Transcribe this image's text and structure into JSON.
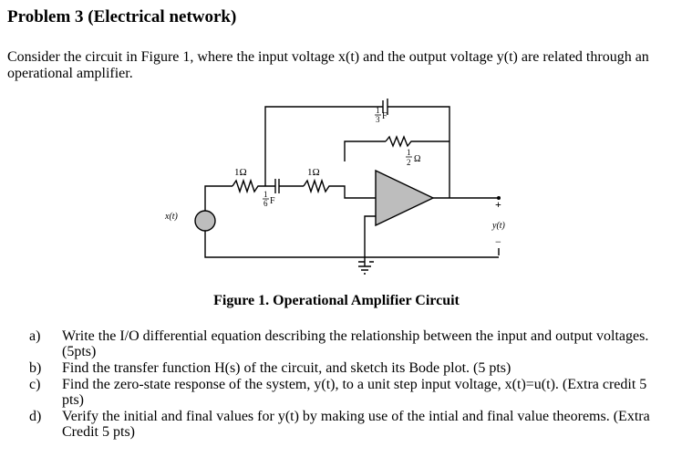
{
  "problem": {
    "title": "Problem 3 (Electrical network)",
    "intro": "Consider the circuit in Figure 1, where the input voltage x(t) and the output voltage y(t) are related through an operational amplifier."
  },
  "figure": {
    "caption": "Figure 1. Operational Amplifier Circuit",
    "labels": {
      "input": "x(t)",
      "output": "y(t)",
      "r1": "1Ω",
      "r2": "1Ω",
      "r3_num": "1",
      "r3_den": "2",
      "r3_unit": "Ω",
      "c1_num": "1",
      "c1_den": "6",
      "c1_unit": "F",
      "c2_num": "1",
      "c2_den": "3",
      "c2_unit": "F",
      "plus": "+",
      "minus": "−"
    }
  },
  "questions": [
    {
      "label": "a)",
      "text": "Write the I/O differential equation describing the relationship between the input and output voltages. (5pts)"
    },
    {
      "label": "b)",
      "text": "Find the transfer function H(s) of the circuit, and sketch its Bode plot. (5 pts)"
    },
    {
      "label": "c)",
      "text": "Find the zero-state response of the system, y(t), to a unit step input voltage, x(t)=u(t). (Extra credit 5 pts)"
    },
    {
      "label": "d)",
      "text": "Verify the initial and final values for y(t) by making use of the intial and final value theorems. (Extra Credit 5 pts)"
    }
  ]
}
